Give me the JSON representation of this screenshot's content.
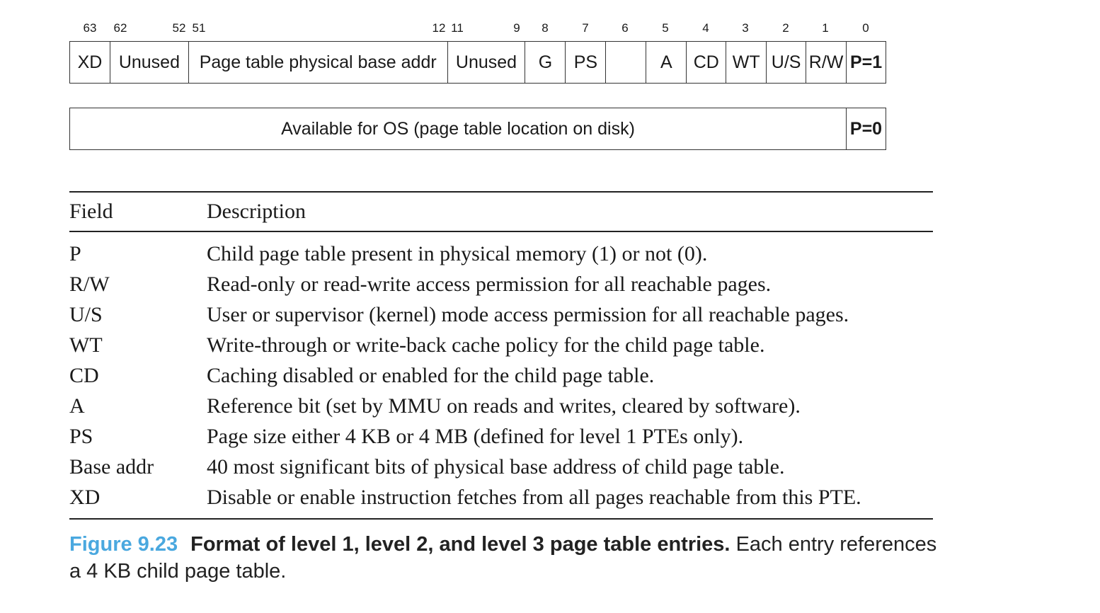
{
  "bit_numbers": [
    "63",
    "62",
    "52",
    "51",
    "12",
    "11",
    "9",
    "8",
    "7",
    "6",
    "5",
    "4",
    "3",
    "2",
    "1",
    "0"
  ],
  "present_entry": {
    "cells": [
      "XD",
      "Unused",
      "Page table physical base addr",
      "Unused",
      "G",
      "PS",
      "",
      "A",
      "CD",
      "WT",
      "U/S",
      "R/W",
      "P=1"
    ]
  },
  "absent_entry": {
    "available_label": "Available for OS (page table location on disk)",
    "p_label": "P=0"
  },
  "table": {
    "headers": {
      "field": "Field",
      "description": "Description"
    },
    "rows": [
      {
        "field": "P",
        "description": "Child page table present in physical memory (1) or not (0)."
      },
      {
        "field": "R/W",
        "description": "Read-only or read-write access permission for all reachable pages."
      },
      {
        "field": "U/S",
        "description": "User or supervisor (kernel) mode access permission for all reachable pages."
      },
      {
        "field": "WT",
        "description": "Write-through or write-back cache policy for the child page table."
      },
      {
        "field": "CD",
        "description": "Caching disabled or enabled for the child page table."
      },
      {
        "field": "A",
        "description": "Reference bit (set by MMU on reads and writes, cleared by software)."
      },
      {
        "field": "PS",
        "description": "Page size either 4 KB or 4 MB (defined for level 1 PTEs only)."
      },
      {
        "field": "Base addr",
        "description": "40 most significant bits of physical base address of child page table."
      },
      {
        "field": "XD",
        "description": "Disable or enable instruction fetches from all pages reachable from this PTE."
      }
    ]
  },
  "caption": {
    "figure_number": "Figure 9.23",
    "title": "Format of level 1, level 2, and level 3 page table entries.",
    "text": "Each entry references a 4 KB child page table."
  },
  "colors": {
    "figure_number": "#4aa8df",
    "text": "#1a1a1a",
    "border": "#333333"
  }
}
